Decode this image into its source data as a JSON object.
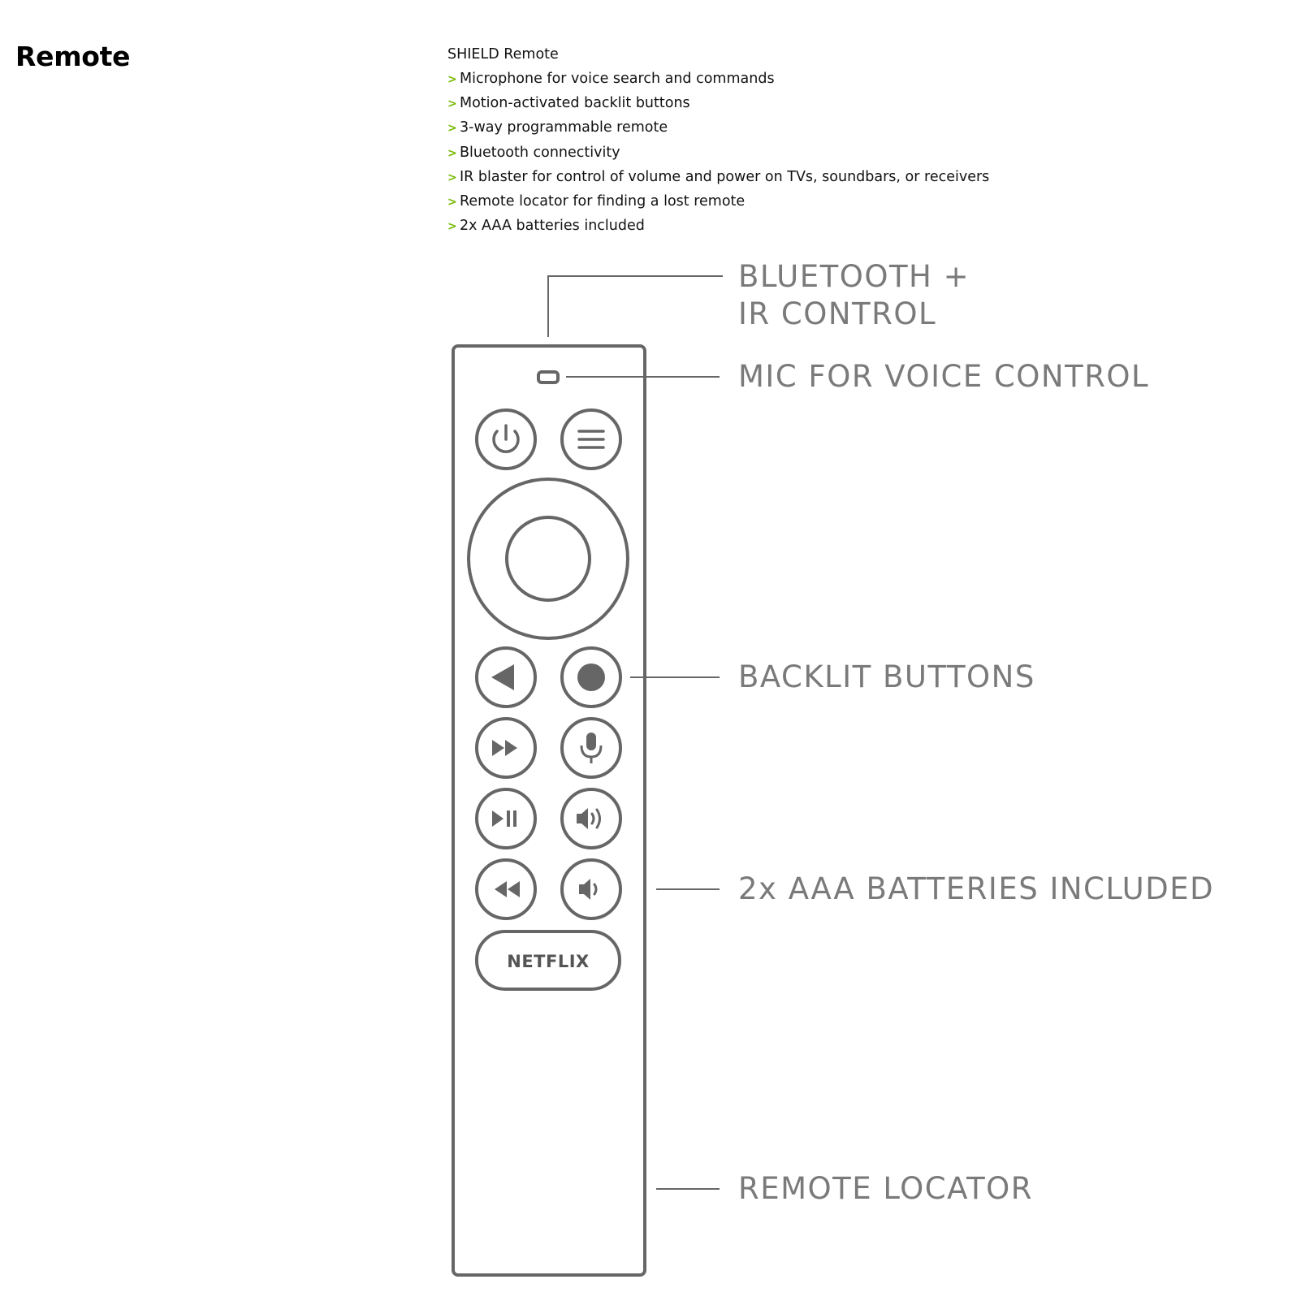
{
  "section": {
    "title": "Remote"
  },
  "specs": {
    "heading": "SHIELD Remote",
    "bullet_marker": ">",
    "accent_color": "#76b900",
    "items": [
      "Microphone for voice search and commands",
      "Motion-activated backlit buttons",
      "3-way programmable remote",
      "Bluetooth connectivity",
      "IR blaster for control of volume and power on TVs, soundbars, or receivers",
      "Remote locator for finding a lost remote",
      "2x AAA batteries included"
    ]
  },
  "diagram": {
    "callouts": {
      "bluetooth_line1": "BLUETOOTH +",
      "bluetooth_line2": "IR CONTROL",
      "mic": "MIC FOR VOICE CONTROL",
      "backlit": "BACKLIT BUTTONS",
      "batteries": "2x AAA BATTERIES INCLUDED",
      "locator": "REMOTE LOCATOR"
    },
    "netflix_label": "NETFLIX",
    "buttons": [
      {
        "name": "power-button",
        "icon": "power-icon"
      },
      {
        "name": "menu-button",
        "icon": "hamburger-icon"
      },
      {
        "name": "dpad-ring",
        "icon": "navigation-ring"
      },
      {
        "name": "select-button",
        "icon": "select-circle"
      },
      {
        "name": "back-button",
        "icon": "back-triangle-icon"
      },
      {
        "name": "home-button",
        "icon": "home-dot-icon"
      },
      {
        "name": "fast-forward-button",
        "icon": "fast-forward-icon"
      },
      {
        "name": "voice-button",
        "icon": "microphone-icon"
      },
      {
        "name": "play-pause-button",
        "icon": "play-pause-icon"
      },
      {
        "name": "volume-up-button",
        "icon": "volume-up-icon"
      },
      {
        "name": "rewind-button",
        "icon": "rewind-icon"
      },
      {
        "name": "volume-down-button",
        "icon": "volume-down-icon"
      },
      {
        "name": "netflix-button",
        "icon": "netflix-label"
      }
    ],
    "line_color": "#666666",
    "label_color": "#7a7a7a"
  }
}
